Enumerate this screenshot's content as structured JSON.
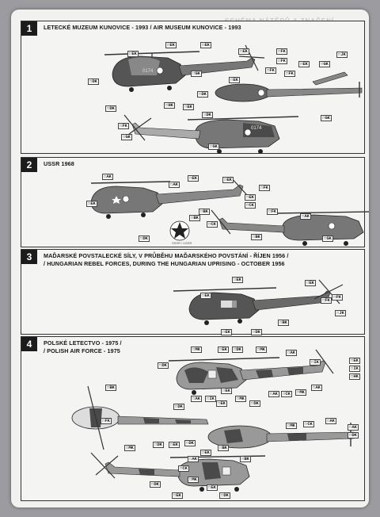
{
  "colors": {
    "sheet": "#f1f1f0",
    "panel_border": "#333333",
    "number_bg": "#1c1c1c",
    "camo_dark": "#4a4a4a",
    "camo_light": "#a9a9a9"
  },
  "ghost_text": "SCHÉMA NÁTĚRŮ A ZNAČENÍ",
  "panels": [
    {
      "number": "1",
      "title": "LETECKÉ MUZEUM KUNOVICE - 1993 / AIR MUSEUM KUNOVICE - 1993",
      "tags": [
        "EK",
        "EK",
        "EK",
        "EK",
        "FK",
        "FK",
        "EK",
        "FK",
        "GK",
        "FK",
        "JK",
        "GK",
        "DK",
        "EK",
        "DK",
        "DK",
        "FK",
        "GK",
        "EK",
        "DK",
        "GK",
        "HK",
        "GK"
      ]
    },
    {
      "number": "2",
      "title": "USSR 1968",
      "tags": [
        "AK",
        "AK",
        "EK",
        "FK",
        "EK",
        "BK",
        "EK",
        "CK",
        "CK",
        "FK",
        "AK",
        "EK",
        "BK",
        "BK",
        "GK",
        "DK"
      ]
    },
    {
      "number": "3",
      "title": "MAĎARSKÉ POVSTALECKÉ SÍLY, V PRŮBĚHU MAĎARSKÉHO POVSTÁNÍ - ŘÍJEN 1956 /",
      "subtitle": "/ HUNGARIAN REBEL FORCES, DURING THE HUNGARIAN UPRISING - OCTOBER 1956",
      "tags": [
        "EK",
        "EK",
        "EK",
        "FK",
        "JK",
        "BK",
        "EK",
        "DK",
        "FK"
      ]
    },
    {
      "number": "4",
      "title": "POLSKÉ LETECTVO - 1975 /",
      "subtitle": "/ POLISH AIR FORCE - 1975",
      "tags": [
        "MK",
        "EK",
        "DK",
        "MK",
        "AK",
        "EK",
        "IK",
        "HK",
        "IK",
        "DK",
        "AK",
        "CK",
        "MK",
        "MK",
        "AK",
        "AK",
        "DK",
        "EK",
        "IK",
        "EK",
        "DK",
        "BK",
        "FK",
        "AK",
        "DK",
        "MK",
        "CK",
        "AK",
        "MK",
        "DK",
        "EK",
        "DK",
        "BK",
        "BK",
        "EK",
        "AK",
        "CK",
        "MK",
        "EK",
        "DK",
        "EK",
        "DK"
      ]
    }
  ],
  "star_caption": "SSSR / USSR"
}
